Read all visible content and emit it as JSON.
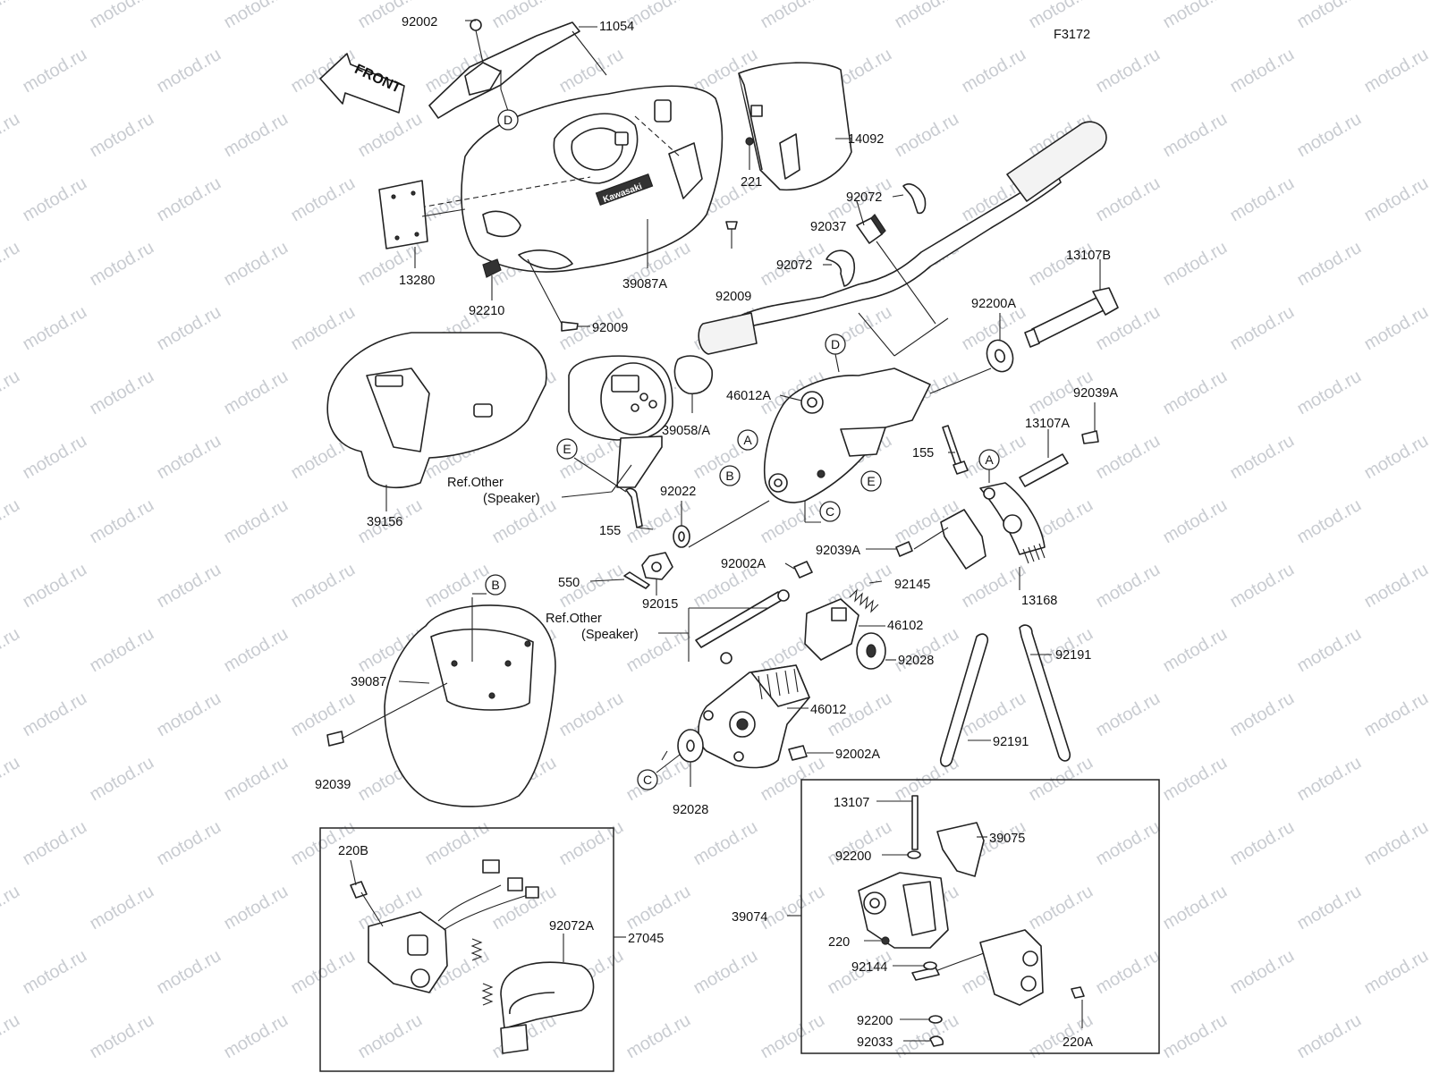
{
  "figure_id": "F3172",
  "front_label": "FRONT",
  "brand_text": "Kawasaki",
  "watermark": "motod.ru",
  "callouts": [
    "A",
    "B",
    "C",
    "D",
    "E"
  ],
  "parts": {
    "p92002": "92002",
    "p11054": "11054",
    "p14092": "14092",
    "p221": "221",
    "p92072a": "92072",
    "p92037": "92037",
    "p92072b": "92072",
    "p13280": "13280",
    "p92210": "92210",
    "p39087A": "39087A",
    "p92009a": "92009",
    "p92009b": "92009",
    "p13107B": "13107B",
    "p92200A": "92200A",
    "p46012A": "46012A",
    "p39058A": "39058/A",
    "p155a": "155",
    "p92039Aa": "92039A",
    "p13107A": "13107A",
    "p39156": "39156",
    "p_refother1": "Ref.Other",
    "p_speaker1": "(Speaker)",
    "p92022": "92022",
    "p155b": "155",
    "p92002Aa": "92002A",
    "p92039Ab": "92039A",
    "p550": "550",
    "p92015": "92015",
    "p92145": "92145",
    "p13168": "13168",
    "p_refother2": "Ref.Other",
    "p_speaker2": "(Speaker)",
    "p46102": "46102",
    "p92028a": "92028",
    "p92191a": "92191",
    "p39087": "39087",
    "p46012": "46012",
    "p92191b": "92191",
    "p92002Ab": "92002A",
    "p92039": "92039",
    "p92028b": "92028",
    "p13107": "13107",
    "p39075": "39075",
    "p220B": "220B",
    "p92200a": "92200",
    "p39074": "39074",
    "p92072A": "92072A",
    "p27045": "27045",
    "p220": "220",
    "p92144": "92144",
    "p92200b": "92200",
    "p220A": "220A",
    "p92033": "92033"
  }
}
